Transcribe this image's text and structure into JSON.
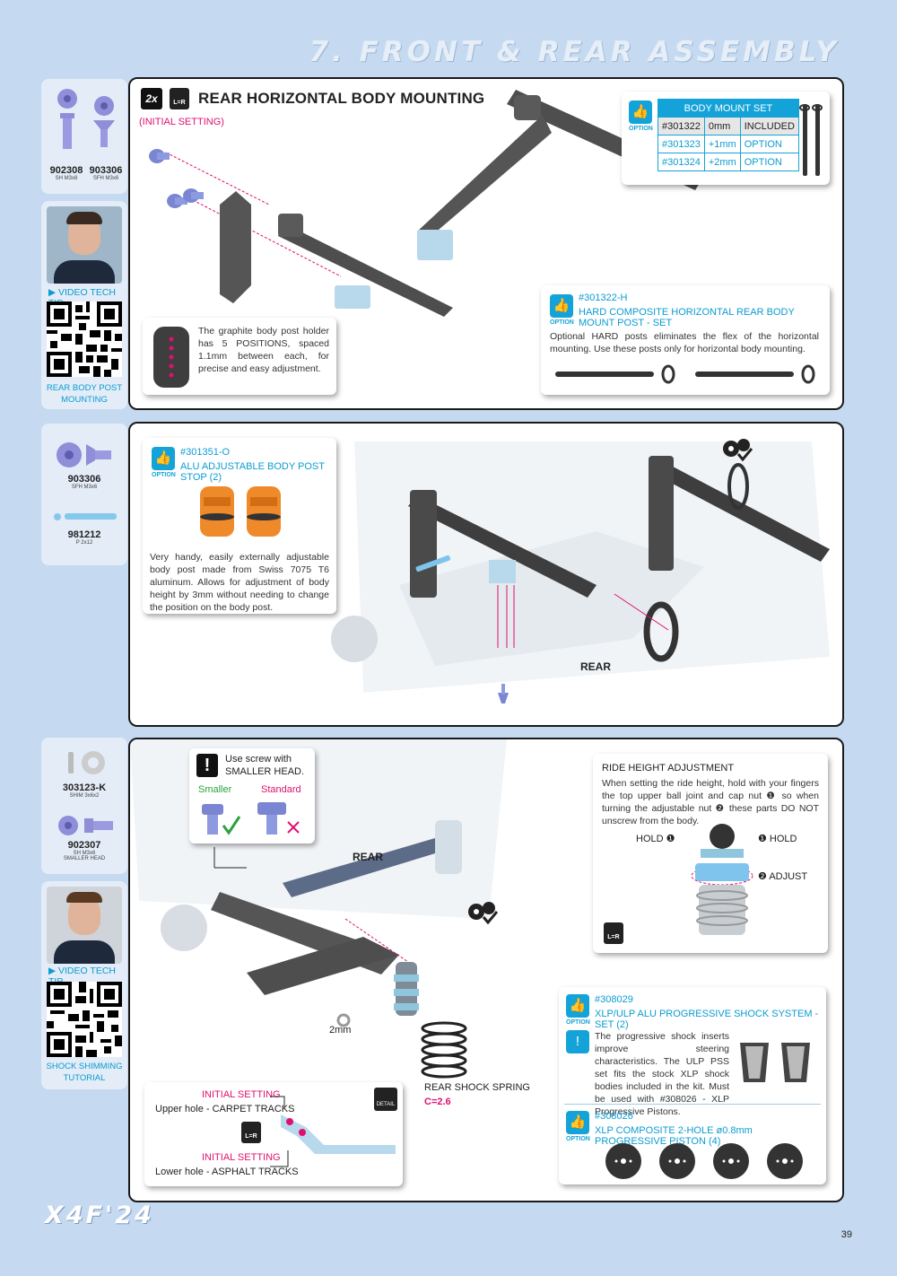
{
  "header": {
    "title": "7. FRONT & REAR ASSEMBLY"
  },
  "footer": {
    "brand": "X4F'24",
    "page": "39"
  },
  "section1": {
    "parts": [
      {
        "code": "902308",
        "desc": "SH M3x8"
      },
      {
        "code": "903306",
        "desc": "SFH M3x6"
      }
    ],
    "video_tip": "VIDEO TECH TIP",
    "qr_caption": "REAR BODY POST MOUNTING",
    "count": "2x",
    "lr": "L=R",
    "title": "REAR HORIZONTAL BODY MOUNTING",
    "subtitle": "(INITIAL SETTING)",
    "holder_note": "The graphite body post holder has 5 POSITIONS, spaced 1.1mm between each, for precise and easy adjustment.",
    "option_word": "OPTION",
    "body_mount_table": {
      "header": "BODY MOUNT SET",
      "rows": [
        [
          "#301322",
          "0mm",
          "INCLUDED"
        ],
        [
          "#301323",
          "+1mm",
          "OPTION"
        ],
        [
          "#301324",
          "+2mm",
          "OPTION"
        ]
      ]
    },
    "hard_post": {
      "code": "#301322-H",
      "title": "HARD COMPOSITE HORIZONTAL REAR BODY MOUNT POST - SET",
      "text": "Optional HARD posts eliminates the flex of the horizontal mounting. Use these posts only for horizontal body mounting."
    }
  },
  "section2": {
    "parts": [
      {
        "code": "903306",
        "desc": "SFH M3x6"
      },
      {
        "code": "981212",
        "desc": "P 2x12"
      }
    ],
    "alu_stop": {
      "code": "#301351-O",
      "title": "ALU ADJUSTABLE BODY POST STOP (2)",
      "text": "Very handy, easily externally adjustable body post made from Swiss 7075 T6 aluminum. Allows for adjustment of body height by 3mm without needing to change the position on the body post."
    },
    "rear_label": "REAR"
  },
  "section3": {
    "parts": [
      {
        "code": "303123-K",
        "desc": "SHIM 3x6x2"
      },
      {
        "code": "902307",
        "desc": "SH M3x6",
        "desc2": "SMALLER HEAD"
      }
    ],
    "video_tip": "VIDEO TECH TIP",
    "qr_caption": "SHOCK SHIMMING TUTORIAL",
    "screw_note_line1": "Use screw with",
    "screw_note_line2": "SMALLER HEAD.",
    "smaller": "Smaller",
    "standard": "Standard",
    "rear_label": "REAR",
    "ride_height": {
      "title": "RIDE HEIGHT ADJUSTMENT",
      "text": "When setting the ride height, hold with your fingers the top upper ball joint and cap nut ❶ so when turning the adjustable nut ❷ these parts DO NOT unscrew from the body.",
      "hold_left": "HOLD",
      "hold_right": "HOLD",
      "adjust": "ADJUST"
    },
    "shim_label": "2mm",
    "spring": {
      "label": "REAR SHOCK SPRING",
      "value": "C=2.6"
    },
    "settings": {
      "initial1": "INITIAL SETTING",
      "upper": "Upper hole - CARPET TRACKS",
      "initial2": "INITIAL SETTING",
      "lower": "Lower hole - ASPHALT TRACKS",
      "detail": "DETAIL"
    },
    "xlp": {
      "code": "#308029",
      "title": "XLP/ULP ALU PROGRESSIVE SHOCK SYSTEM - SET (2)",
      "text": "The progressive shock inserts improve steering characteristics. The ULP PSS set fits the stock XLP shock bodies included in the kit. Must be used with #308026 - XLP Progressive Pistons."
    },
    "piston": {
      "code": "#308026",
      "title": "XLP COMPOSITE 2-HOLE ø0.8mm PROGRESSIVE PISTON (4)"
    }
  },
  "colors": {
    "accent": "#14a3d8",
    "magenta": "#e0106f",
    "green": "#2aa33c",
    "bg": "#c5daf1"
  }
}
